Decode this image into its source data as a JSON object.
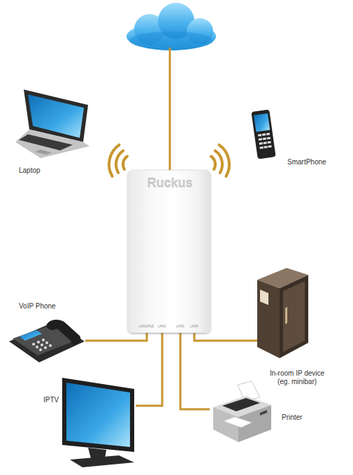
{
  "diagram": {
    "nodes": [
      {
        "text": [
          "Laptop"
        ]
      },
      {
        "text": [
          "SmartPhone"
        ]
      },
      {
        "text": [
          "Ruckus"
        ]
      },
      {
        "text": [
          "VoIP Phone"
        ]
      },
      {
        "text": [
          "In-room IP device (eg. minibar)"
        ]
      },
      {
        "text": [
          "IPTV"
        ]
      },
      {
        "text": [
          "Printer"
        ]
      }
    ],
    "edges": [
      {
        "from": 2,
        "to": 3,
        "arrow": "none"
      },
      {
        "from": 2,
        "to": 4,
        "arrow": "none"
      },
      {
        "from": 2,
        "to": 5,
        "arrow": "none"
      },
      {
        "from": 2,
        "to": 6,
        "arrow": "none"
      }
    ],
    "labels": [
      "LAN1/PoE",
      "LAN2",
      "LAN3",
      "LAN4"
    ]
  }
}
